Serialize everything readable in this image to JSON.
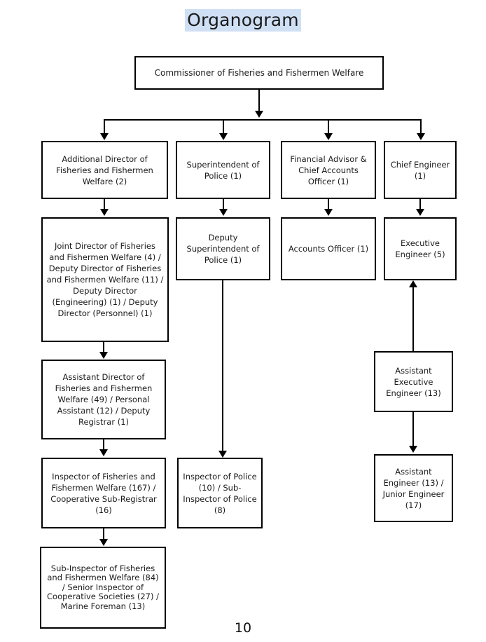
{
  "document": {
    "title": "Organogram",
    "title_highlight_color": "#cfe0f5",
    "page_number": "10",
    "line_color": "#000000",
    "box_border_color": "#000000",
    "box_fill_color": "#ffffff",
    "text_color": "#1a1a1a"
  },
  "chart_data": {
    "type": "diagram",
    "title": "Organogram",
    "nodes": [
      {
        "id": "commissioner",
        "label": "Commissioner of Fisheries and Fishermen Welfare",
        "count": null,
        "level": 0
      },
      {
        "id": "additional-director",
        "label": "Additional Director of Fisheries and Fishermen Welfare (2)",
        "count": 2,
        "level": 1
      },
      {
        "id": "superintendent-of-police",
        "label": "Superintendent of Police (1)",
        "count": 1,
        "level": 1
      },
      {
        "id": "financial-advisor",
        "label": "Financial Advisor & Chief Accounts Officer (1)",
        "count": 1,
        "level": 1
      },
      {
        "id": "chief-engineer",
        "label": "Chief Engineer (1)",
        "count": 1,
        "level": 1
      },
      {
        "id": "joint-director",
        "label": "Joint Director of Fisheries and Fishermen Welfare (4) / Deputy Director of Fisheries and Fishermen Welfare (11) / Deputy Director (Engineering) (1) / Deputy Director (Personnel) (1)",
        "count": null,
        "level": 2
      },
      {
        "id": "deputy-superintendent-of-police",
        "label": "Deputy Superintendent of Police (1)",
        "count": 1,
        "level": 2
      },
      {
        "id": "accounts-officer",
        "label": "Accounts Officer (1)",
        "count": 1,
        "level": 2
      },
      {
        "id": "executive-engineer",
        "label": "Executive Engineer (5)",
        "count": 5,
        "level": 2
      },
      {
        "id": "assistant-director",
        "label": "Assistant Director of Fisheries and Fishermen Welfare (49) / Personal Assistant (12) / Deputy Registrar (1)",
        "count": null,
        "level": 3
      },
      {
        "id": "assistant-executive-engineer",
        "label": "Assistant Executive Engineer (13)",
        "count": 13,
        "level": 3
      },
      {
        "id": "inspector-of-fisheries",
        "label": "Inspector of Fisheries and Fishermen Welfare (167) / Cooperative Sub-Registrar (16)",
        "count": null,
        "level": 4
      },
      {
        "id": "inspector-of-police",
        "label": "Inspector of Police (10) / Sub-Inspector of Police (8)",
        "count": null,
        "level": 4
      },
      {
        "id": "assistant-engineer",
        "label": "Assistant Engineer (13) / Junior Engineer (17)",
        "count": null,
        "level": 4
      },
      {
        "id": "sub-inspector-of-fisheries",
        "label": "Sub-Inspector of Fisheries and Fishermen Welfare (84) / Senior Inspector of Cooperative Societies (27) / Marine Foreman (13)",
        "count": null,
        "level": 5
      }
    ],
    "edges": [
      {
        "from": "commissioner",
        "to": "additional-director",
        "direction": "down"
      },
      {
        "from": "commissioner",
        "to": "superintendent-of-police",
        "direction": "down"
      },
      {
        "from": "commissioner",
        "to": "financial-advisor",
        "direction": "down"
      },
      {
        "from": "commissioner",
        "to": "chief-engineer",
        "direction": "down"
      },
      {
        "from": "additional-director",
        "to": "joint-director",
        "direction": "down"
      },
      {
        "from": "superintendent-of-police",
        "to": "deputy-superintendent-of-police",
        "direction": "down"
      },
      {
        "from": "financial-advisor",
        "to": "accounts-officer",
        "direction": "down"
      },
      {
        "from": "chief-engineer",
        "to": "executive-engineer",
        "direction": "down"
      },
      {
        "from": "joint-director",
        "to": "assistant-director",
        "direction": "down"
      },
      {
        "from": "assistant-director",
        "to": "inspector-of-fisheries",
        "direction": "down"
      },
      {
        "from": "inspector-of-fisheries",
        "to": "sub-inspector-of-fisheries",
        "direction": "down"
      },
      {
        "from": "deputy-superintendent-of-police",
        "to": "inspector-of-police",
        "direction": "down"
      },
      {
        "from": "assistant-executive-engineer",
        "to": "executive-engineer",
        "direction": "up"
      },
      {
        "from": "assistant-executive-engineer",
        "to": "assistant-engineer",
        "direction": "down"
      }
    ]
  },
  "boxes": {
    "commissioner": "Commissioner of Fisheries and Fishermen Welfare",
    "additional_director": "Additional Director of Fisheries and Fishermen Welfare (2)",
    "superintendent_of_police": "Superintendent of Police (1)",
    "financial_advisor": "Financial Advisor & Chief Accounts Officer (1)",
    "chief_engineer": "Chief Engineer (1)",
    "joint_director": "Joint Director of Fisheries and Fishermen Welfare (4) / Deputy Director of Fisheries and Fishermen Welfare (11) / Deputy Director (Engineering) (1) / Deputy Director (Personnel) (1)",
    "deputy_superintendent_of_police": "Deputy Superintendent of Police (1)",
    "accounts_officer": "Accounts Officer (1)",
    "executive_engineer": "Executive Engineer (5)",
    "assistant_director": "Assistant Director of Fisheries and Fishermen Welfare (49) / Personal Assistant (12) / Deputy Registrar (1)",
    "assistant_executive_engineer": "Assistant Executive Engineer (13)",
    "inspector_of_fisheries": "Inspector of Fisheries and Fishermen Welfare (167) / Cooperative Sub-Registrar (16)",
    "inspector_of_police": "Inspector of Police (10) / Sub-Inspector of Police (8)",
    "assistant_engineer": "Assistant Engineer (13) / Junior Engineer (17)",
    "sub_inspector_of_fisheries": "Sub-Inspector of Fisheries and Fishermen Welfare (84) / Senior Inspector of Cooperative Societies (27) / Marine Foreman (13)"
  }
}
